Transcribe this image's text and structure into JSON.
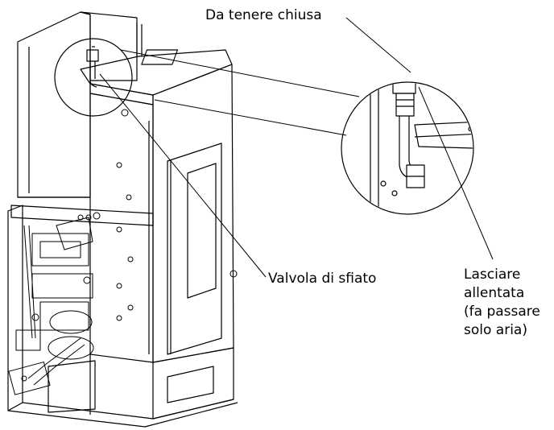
{
  "labels": {
    "keep_closed": "Da tenere chiusa",
    "vent_valve": "Valvola di sfiato",
    "leave_loose": [
      "Lasciare",
      "allentata",
      "(fa passare",
      "solo aria)"
    ]
  },
  "colors": {
    "ink": "#000000",
    "paper": "#ffffff",
    "shade": "#c8c8c8"
  }
}
